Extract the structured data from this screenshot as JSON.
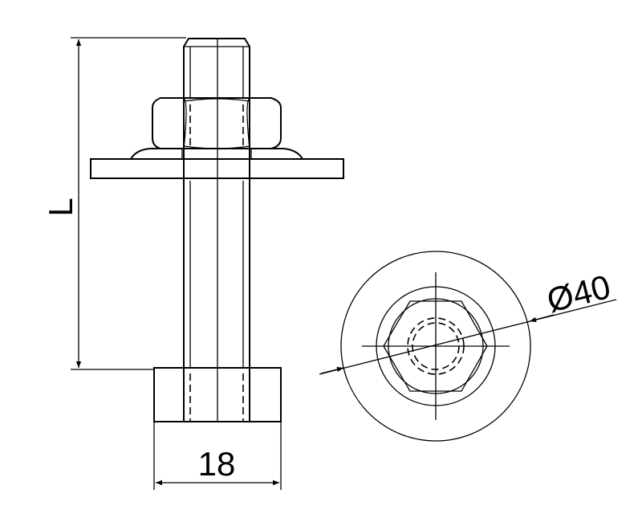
{
  "drawing": {
    "length_label": "L",
    "width_label": "18",
    "diameter_label": "Ø40",
    "line_color": "#000000",
    "background": "#ffffff"
  }
}
